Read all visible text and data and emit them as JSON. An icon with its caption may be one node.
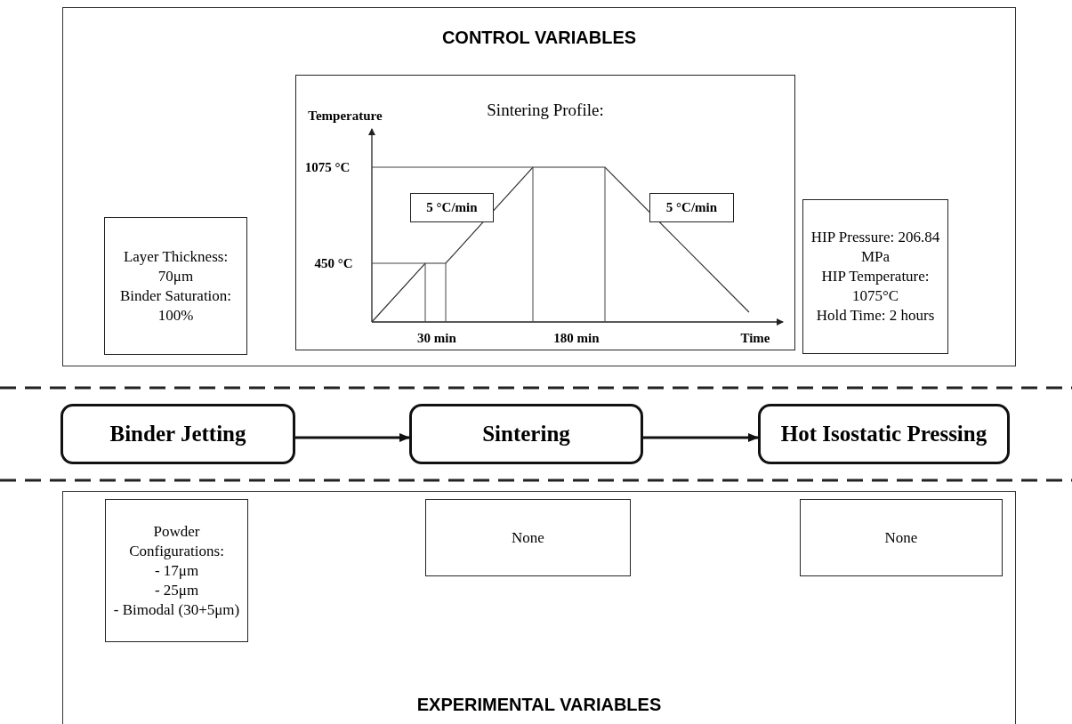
{
  "diagram": {
    "nodes": [
      {
        "text": [
          "CONTROL VARIABLES"
        ]
      },
      {
        "text": [
          "Layer Thickness: 70μm",
          "Binder Saturation: 100%"
        ],
        "in": 0
      },
      {
        "text": [
          "Sintering Profile:"
        ],
        "in": 0
      },
      {
        "text": [
          "5 °C/min"
        ],
        "in": 2
      },
      {
        "text": [
          "5 °C/min"
        ],
        "in": 2
      },
      {
        "text": [
          "HIP Pressure: 206.84 MPa",
          "HIP Temperature: 1075°C",
          "Hold Time: 2 hours"
        ],
        "in": 0
      },
      {
        "text": [
          "Binder Jetting"
        ]
      },
      {
        "text": [
          "Sintering"
        ]
      },
      {
        "text": [
          "Hot Isostatic Pressing"
        ]
      },
      {
        "text": [
          "EXPERIMENTAL VARIABLES"
        ]
      },
      {
        "text": [
          "Powder Configurations:",
          "- 17μm",
          "- 25μm",
          "- Bimodal (30+5μm)"
        ],
        "in": 9
      },
      {
        "text": [
          "None"
        ],
        "in": 9
      },
      {
        "text": [
          "None"
        ],
        "in": 9
      }
    ],
    "edges": [
      {
        "from": 6,
        "to": 7,
        "arrow": "to"
      },
      {
        "from": 7,
        "to": 8,
        "arrow": "to"
      }
    ],
    "labels": [
      "Temperature",
      "1075 °C",
      "450 °C",
      "30 min",
      "180 min",
      "Time"
    ]
  }
}
